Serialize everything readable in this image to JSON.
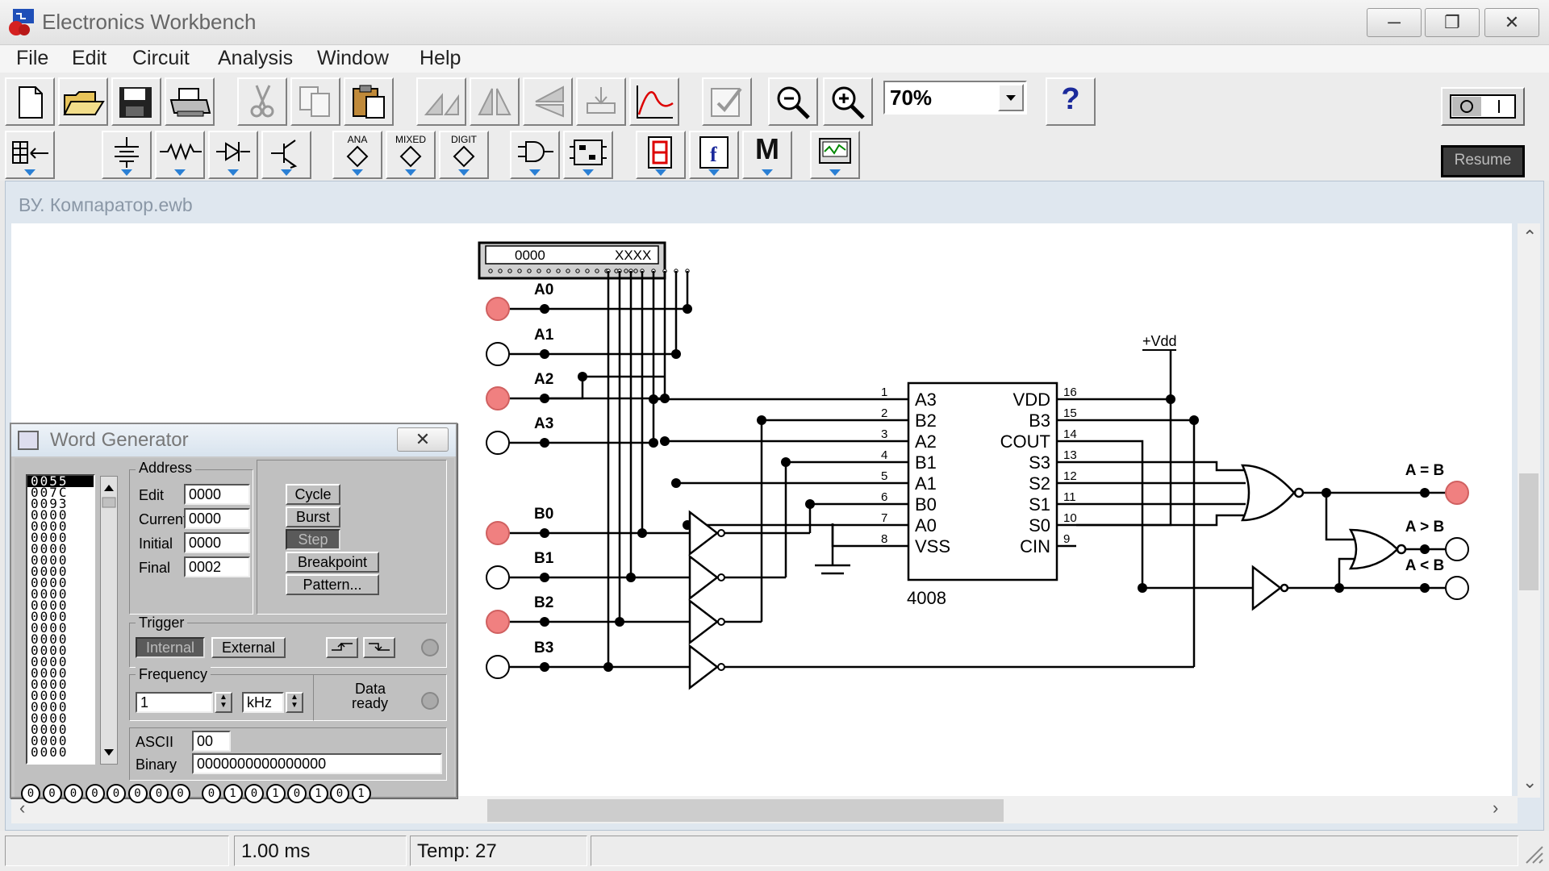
{
  "window": {
    "title": "Electronics Workbench"
  },
  "menu": [
    "File",
    "Edit",
    "Circuit",
    "Analysis",
    "Window",
    "Help"
  ],
  "toolbar": {
    "zoom": "70%",
    "help_label": "?",
    "resume_label": "Resume"
  },
  "parts_bin": {
    "analog_ic": "ANA",
    "mixed_ic": "MIXED",
    "digital_ic": "DIGIT",
    "misc_label": "M"
  },
  "document": {
    "title": "ВУ. Компаратор.ewb"
  },
  "circuit": {
    "generator_display_left": "0000",
    "generator_display_right": "XXXX",
    "input_labels": [
      "A0",
      "A1",
      "A2",
      "A3",
      "B0",
      "B1",
      "B2",
      "B3"
    ],
    "input_states": [
      true,
      false,
      true,
      false,
      true,
      false,
      true,
      false
    ],
    "supply_label": "+Vdd",
    "chip_name": "4008",
    "left_pins": [
      {
        "num": "1",
        "name": "A3"
      },
      {
        "num": "2",
        "name": "B2"
      },
      {
        "num": "3",
        "name": "A2"
      },
      {
        "num": "4",
        "name": "B1"
      },
      {
        "num": "5",
        "name": "A1"
      },
      {
        "num": "6",
        "name": "B0"
      },
      {
        "num": "7",
        "name": "A0"
      },
      {
        "num": "8",
        "name": "VSS"
      }
    ],
    "right_pins": [
      {
        "num": "16",
        "name": "VDD"
      },
      {
        "num": "15",
        "name": "B3"
      },
      {
        "num": "14",
        "name": "COUT"
      },
      {
        "num": "13",
        "name": "S3"
      },
      {
        "num": "12",
        "name": "S2"
      },
      {
        "num": "11",
        "name": "S1"
      },
      {
        "num": "10",
        "name": "S0"
      },
      {
        "num": "9",
        "name": "CIN"
      }
    ],
    "outputs": [
      {
        "label": "A = B",
        "on": true
      },
      {
        "label": "A > B",
        "on": false
      },
      {
        "label": "A < B",
        "on": false
      }
    ]
  },
  "word_generator": {
    "title": "Word Generator",
    "words": [
      "0055",
      "007C",
      "0093",
      "0000",
      "0000",
      "0000",
      "0000",
      "0000",
      "0000",
      "0000",
      "0000",
      "0000",
      "0000",
      "0000",
      "0000",
      "0000",
      "0000",
      "0000",
      "0000",
      "0000",
      "0000",
      "0000",
      "0000",
      "0000",
      "0000"
    ],
    "address_label": "Address",
    "edit_label": "Edit",
    "edit_value": "0000",
    "current_label": "Current",
    "current_value": "0000",
    "initial_label": "Initial",
    "initial_value": "0000",
    "final_label": "Final",
    "final_value": "0002",
    "cycle_label": "Cycle",
    "burst_label": "Burst",
    "step_label": "Step",
    "breakpoint_label": "Breakpoint",
    "pattern_label": "Pattern...",
    "trigger_label": "Trigger",
    "internal_label": "Internal",
    "external_label": "External",
    "frequency_label": "Frequency",
    "frequency_value": "1",
    "frequency_unit": "kHz",
    "data_label": "Data",
    "ready_label": "ready",
    "ascii_label": "ASCII",
    "ascii_value": "00",
    "binary_label": "Binary",
    "binary_value": "0000000000000000",
    "bits": [
      "0",
      "0",
      "0",
      "0",
      "0",
      "0",
      "0",
      "0",
      "0",
      "1",
      "0",
      "1",
      "0",
      "1",
      "0",
      "1"
    ]
  },
  "status": {
    "time": "1.00 ms",
    "temp_label": "Temp:",
    "temp_value": "27"
  }
}
